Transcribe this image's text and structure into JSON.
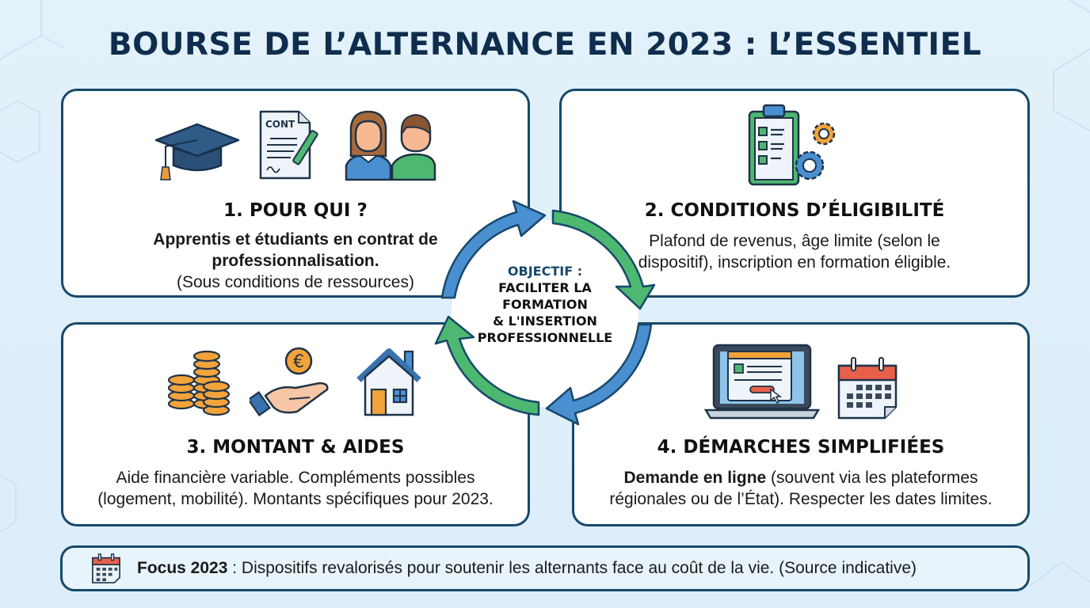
{
  "title": "BOURSE DE L’ALTERNANCE EN 2023 : L’ESSENTIEL",
  "center": {
    "label": "OBJECTIF :",
    "lines": [
      "FACILITER LA",
      "FORMATION",
      "& L'INSERTION",
      "PROFESSIONNELLE"
    ]
  },
  "cards": [
    {
      "heading": "1. POUR QUI ?",
      "body_bold": "Apprentis et étudiants en contrat de professionnalisation.",
      "body_line1": "Apprentis et étudiants en contrat de",
      "body_line2": "professionnalisation.",
      "body_line3": "(Sous conditions de ressources)",
      "icons": [
        "graduation-cap-icon",
        "contract-icon",
        "people-icon"
      ],
      "contract_label": "CONT"
    },
    {
      "heading": "2. CONDITIONS D’ÉLIGIBILITÉ",
      "body_line1": "Plafond de revenus, âge limite (selon le",
      "body_line2": "dispositif), inscription en formation éligible.",
      "icons": [
        "checklist-gears-icon"
      ]
    },
    {
      "heading": "3. MONTANT & AIDES",
      "body_line1": "Aide financière variable. Compléments possibles",
      "body_line2": "(logement, mobilité). Montants spécifiques pour 2023.",
      "icons": [
        "coins-icon",
        "hand-euro-icon",
        "house-icon"
      ],
      "euro_symbol": "€"
    },
    {
      "heading": "4. DÉMARCHES SIMPLIFIÉES",
      "body_bold": "Demande en ligne",
      "body_line1_rest": " (souvent via les plateformes",
      "body_line2": "régionales ou de l’État). Respecter les dates limites.",
      "icons": [
        "laptop-form-icon",
        "calendar-icon"
      ]
    }
  ],
  "footer": {
    "bold": "Focus 2023",
    "text": " : Dispositifs revalorisés pour soutenir les alternants face au coût de la vie. (Source indicative)",
    "icon": "calendar-icon"
  },
  "colors": {
    "navy": "#17496b",
    "title": "#0f2d4d",
    "blue_arrow": "#4a8fd0",
    "green_arrow": "#4db870",
    "orange": "#f2a33a",
    "red": "#e8604a"
  }
}
